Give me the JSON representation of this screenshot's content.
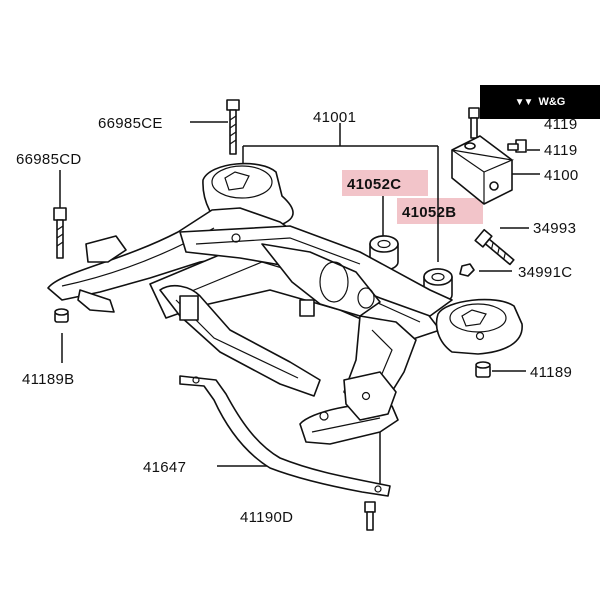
{
  "brand": {
    "logo_text": "W&G"
  },
  "highlight_color": "#f2c4c9",
  "callouts": {
    "c66985CE": "66985CE",
    "c41001": "41001",
    "c66985CD": "66985CD",
    "c41052C": "41052C",
    "c41052B": "41052B",
    "c4119a": "4119",
    "c4119b": "4119",
    "c4100": "4100",
    "c34993": "34993",
    "c34991C": "34991C",
    "c41189B": "41189B",
    "c41189": "41189",
    "c41647": "41647",
    "c41190D": "41190D"
  }
}
